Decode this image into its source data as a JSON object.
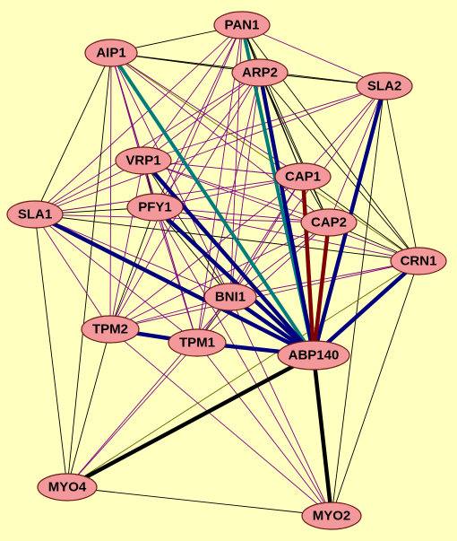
{
  "background": "#ffffc0",
  "node_fill": "#f4999b",
  "edge_colors": {
    "thin_purple": "#800080",
    "thin_black": "#000000",
    "thin_olive": "#6b6b00",
    "thick_navy": "#00007f",
    "thick_teal": "#007b7b",
    "thick_maroon": "#7f0000",
    "thick_black": "#000000"
  },
  "nodes": [
    {
      "id": "PAN1",
      "label": "PAN1"
    },
    {
      "id": "AIP1",
      "label": "AIP1"
    },
    {
      "id": "ARP2",
      "label": "ARP2"
    },
    {
      "id": "SLA2",
      "label": "SLA2"
    },
    {
      "id": "VRP1",
      "label": "VRP1"
    },
    {
      "id": "CAP1",
      "label": "CAP1"
    },
    {
      "id": "PFY1",
      "label": "PFY1"
    },
    {
      "id": "SLA1",
      "label": "SLA1"
    },
    {
      "id": "CAP2",
      "label": "CAP2"
    },
    {
      "id": "CRN1",
      "label": "CRN1"
    },
    {
      "id": "BNI1",
      "label": "BNI1"
    },
    {
      "id": "TPM2",
      "label": "TPM2"
    },
    {
      "id": "TPM1",
      "label": "TPM1"
    },
    {
      "id": "ABP140",
      "label": "ABP140"
    },
    {
      "id": "MYO4",
      "label": "MYO4"
    },
    {
      "id": "MYO2",
      "label": "MYO2"
    }
  ],
  "edges": [
    {
      "from": "AIP1",
      "to": "ABP140",
      "style": "thick_teal"
    },
    {
      "from": "PAN1",
      "to": "ABP140",
      "style": "thick_teal"
    },
    {
      "from": "ARP2",
      "to": "ABP140",
      "style": "thick_navy"
    },
    {
      "from": "SLA2",
      "to": "ABP140",
      "style": "thick_navy"
    },
    {
      "from": "VRP1",
      "to": "ABP140",
      "style": "thick_navy"
    },
    {
      "from": "PFY1",
      "to": "ABP140",
      "style": "thick_navy"
    },
    {
      "from": "SLA1",
      "to": "ABP140",
      "style": "thick_navy"
    },
    {
      "from": "CRN1",
      "to": "ABP140",
      "style": "thick_navy"
    },
    {
      "from": "BNI1",
      "to": "ABP140",
      "style": "thick_navy"
    },
    {
      "from": "TPM2",
      "to": "TPM1",
      "style": "thick_navy"
    },
    {
      "from": "TPM1",
      "to": "ABP140",
      "style": "thick_navy"
    },
    {
      "from": "CAP1",
      "to": "ABP140",
      "style": "thick_maroon"
    },
    {
      "from": "CAP2",
      "to": "ABP140",
      "style": "thick_maroon"
    },
    {
      "from": "MYO4",
      "to": "ABP140",
      "style": "thick_black"
    },
    {
      "from": "MYO2",
      "to": "ABP140",
      "style": "thick_black"
    },
    {
      "from": "PAN1",
      "to": "AIP1",
      "style": "thin_black"
    },
    {
      "from": "PAN1",
      "to": "ARP2",
      "style": "thin_black"
    },
    {
      "from": "PAN1",
      "to": "SLA2",
      "style": "thin_purple"
    },
    {
      "from": "PAN1",
      "to": "SLA1",
      "style": "thin_purple"
    },
    {
      "from": "PAN1",
      "to": "VRP1",
      "style": "thin_purple"
    },
    {
      "from": "PAN1",
      "to": "PFY1",
      "style": "thin_purple"
    },
    {
      "from": "PAN1",
      "to": "CAP1",
      "style": "thin_black"
    },
    {
      "from": "PAN1",
      "to": "CAP2",
      "style": "thin_black"
    },
    {
      "from": "PAN1",
      "to": "CRN1",
      "style": "thin_black"
    },
    {
      "from": "PAN1",
      "to": "BNI1",
      "style": "thin_purple"
    },
    {
      "from": "PAN1",
      "to": "TPM1",
      "style": "thin_purple"
    },
    {
      "from": "PAN1",
      "to": "TPM2",
      "style": "thin_purple"
    },
    {
      "from": "AIP1",
      "to": "ARP2",
      "style": "thin_black"
    },
    {
      "from": "AIP1",
      "to": "SLA2",
      "style": "thin_black"
    },
    {
      "from": "AIP1",
      "to": "SLA1",
      "style": "thin_black"
    },
    {
      "from": "AIP1",
      "to": "VRP1",
      "style": "thin_purple"
    },
    {
      "from": "AIP1",
      "to": "PFY1",
      "style": "thin_purple"
    },
    {
      "from": "AIP1",
      "to": "CAP1",
      "style": "thin_purple"
    },
    {
      "from": "AIP1",
      "to": "CAP2",
      "style": "thin_purple"
    },
    {
      "from": "AIP1",
      "to": "CRN1",
      "style": "thin_olive"
    },
    {
      "from": "AIP1",
      "to": "BNI1",
      "style": "thin_purple"
    },
    {
      "from": "AIP1",
      "to": "TPM1",
      "style": "thin_purple"
    },
    {
      "from": "AIP1",
      "to": "TPM2",
      "style": "thin_purple"
    },
    {
      "from": "AIP1",
      "to": "MYO4",
      "style": "thin_black"
    },
    {
      "from": "ARP2",
      "to": "SLA2",
      "style": "thin_black"
    },
    {
      "from": "ARP2",
      "to": "SLA1",
      "style": "thin_purple"
    },
    {
      "from": "ARP2",
      "to": "VRP1",
      "style": "thin_purple"
    },
    {
      "from": "ARP2",
      "to": "PFY1",
      "style": "thin_purple"
    },
    {
      "from": "ARP2",
      "to": "CAP1",
      "style": "thin_black"
    },
    {
      "from": "ARP2",
      "to": "CAP2",
      "style": "thin_black"
    },
    {
      "from": "ARP2",
      "to": "CRN1",
      "style": "thin_black"
    },
    {
      "from": "ARP2",
      "to": "BNI1",
      "style": "thin_purple"
    },
    {
      "from": "ARP2",
      "to": "TPM1",
      "style": "thin_purple"
    },
    {
      "from": "ARP2",
      "to": "TPM2",
      "style": "thin_purple"
    },
    {
      "from": "SLA2",
      "to": "SLA1",
      "style": "thin_purple"
    },
    {
      "from": "SLA2",
      "to": "VRP1",
      "style": "thin_purple"
    },
    {
      "from": "SLA2",
      "to": "CAP1",
      "style": "thin_purple"
    },
    {
      "from": "SLA2",
      "to": "CAP2",
      "style": "thin_purple"
    },
    {
      "from": "SLA2",
      "to": "CRN1",
      "style": "thin_black"
    },
    {
      "from": "SLA2",
      "to": "BNI1",
      "style": "thin_purple"
    },
    {
      "from": "SLA2",
      "to": "MYO2",
      "style": "thin_black"
    },
    {
      "from": "VRP1",
      "to": "PFY1",
      "style": "thin_black"
    },
    {
      "from": "VRP1",
      "to": "SLA1",
      "style": "thin_purple"
    },
    {
      "from": "VRP1",
      "to": "CAP1",
      "style": "thin_purple"
    },
    {
      "from": "VRP1",
      "to": "CAP2",
      "style": "thin_purple"
    },
    {
      "from": "VRP1",
      "to": "CRN1",
      "style": "thin_purple"
    },
    {
      "from": "VRP1",
      "to": "BNI1",
      "style": "thin_black"
    },
    {
      "from": "VRP1",
      "to": "TPM1",
      "style": "thin_purple"
    },
    {
      "from": "VRP1",
      "to": "TPM2",
      "style": "thin_purple"
    },
    {
      "from": "PFY1",
      "to": "SLA1",
      "style": "thin_black"
    },
    {
      "from": "PFY1",
      "to": "CAP1",
      "style": "thin_purple"
    },
    {
      "from": "PFY1",
      "to": "CAP2",
      "style": "thin_purple"
    },
    {
      "from": "PFY1",
      "to": "CRN1",
      "style": "thin_purple"
    },
    {
      "from": "PFY1",
      "to": "BNI1",
      "style": "thin_black"
    },
    {
      "from": "PFY1",
      "to": "TPM1",
      "style": "thin_purple"
    },
    {
      "from": "PFY1",
      "to": "TPM2",
      "style": "thin_black"
    },
    {
      "from": "PFY1",
      "to": "MYO2",
      "style": "thin_purple"
    },
    {
      "from": "SLA1",
      "to": "CAP1",
      "style": "thin_purple"
    },
    {
      "from": "SLA1",
      "to": "CAP2",
      "style": "thin_purple"
    },
    {
      "from": "SLA1",
      "to": "CRN1",
      "style": "thin_black"
    },
    {
      "from": "SLA1",
      "to": "BNI1",
      "style": "thin_purple"
    },
    {
      "from": "SLA1",
      "to": "TPM1",
      "style": "thin_purple"
    },
    {
      "from": "SLA1",
      "to": "TPM2",
      "style": "thin_purple"
    },
    {
      "from": "SLA1",
      "to": "MYO4",
      "style": "thin_black"
    },
    {
      "from": "CAP1",
      "to": "CAP2",
      "style": "thin_black"
    },
    {
      "from": "CAP1",
      "to": "CRN1",
      "style": "thin_black"
    },
    {
      "from": "CAP1",
      "to": "BNI1",
      "style": "thin_purple"
    },
    {
      "from": "CAP1",
      "to": "TPM1",
      "style": "thin_purple"
    },
    {
      "from": "CAP1",
      "to": "TPM2",
      "style": "thin_purple"
    },
    {
      "from": "CAP2",
      "to": "CRN1",
      "style": "thin_black"
    },
    {
      "from": "CAP2",
      "to": "BNI1",
      "style": "thin_purple"
    },
    {
      "from": "CAP2",
      "to": "TPM1",
      "style": "thin_purple"
    },
    {
      "from": "CAP2",
      "to": "TPM2",
      "style": "thin_purple"
    },
    {
      "from": "CRN1",
      "to": "BNI1",
      "style": "thin_purple"
    },
    {
      "from": "CRN1",
      "to": "TPM2",
      "style": "thin_purple"
    },
    {
      "from": "CRN1",
      "to": "MYO2",
      "style": "thin_black"
    },
    {
      "from": "CRN1",
      "to": "MYO4",
      "style": "thin_olive"
    },
    {
      "from": "BNI1",
      "to": "TPM1",
      "style": "thin_black"
    },
    {
      "from": "BNI1",
      "to": "TPM2",
      "style": "thin_purple"
    },
    {
      "from": "BNI1",
      "to": "MYO2",
      "style": "thin_purple"
    },
    {
      "from": "BNI1",
      "to": "MYO4",
      "style": "thin_purple"
    },
    {
      "from": "TPM2",
      "to": "MYO4",
      "style": "thin_black"
    },
    {
      "from": "TPM2",
      "to": "MYO2",
      "style": "thin_purple"
    },
    {
      "from": "TPM1",
      "to": "MYO4",
      "style": "thin_purple"
    },
    {
      "from": "TPM1",
      "to": "MYO2",
      "style": "thin_purple"
    },
    {
      "from": "MYO4",
      "to": "MYO2",
      "style": "thin_black"
    },
    {
      "from": "ABP140",
      "to": "MYO4",
      "style": "thin_black"
    }
  ]
}
